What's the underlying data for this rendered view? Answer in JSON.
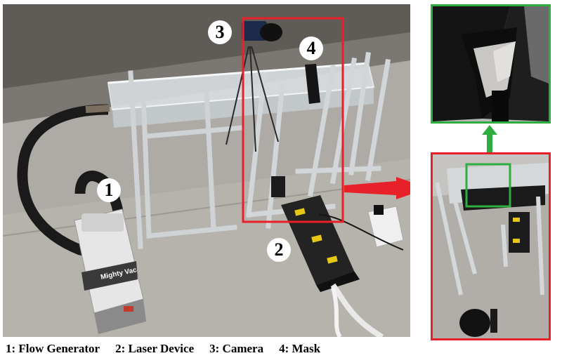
{
  "colors": {
    "highlight_red": "#e8202a",
    "highlight_green": "#2fae3f"
  },
  "markers": [
    {
      "label": "1"
    },
    {
      "label": "2"
    },
    {
      "label": "3"
    },
    {
      "label": "4"
    }
  ],
  "caption": {
    "items": [
      "1: Flow Generator",
      "2: Laser Device",
      "3: Camera",
      "4: Mask"
    ]
  },
  "product_marking": "Mighty Vac"
}
